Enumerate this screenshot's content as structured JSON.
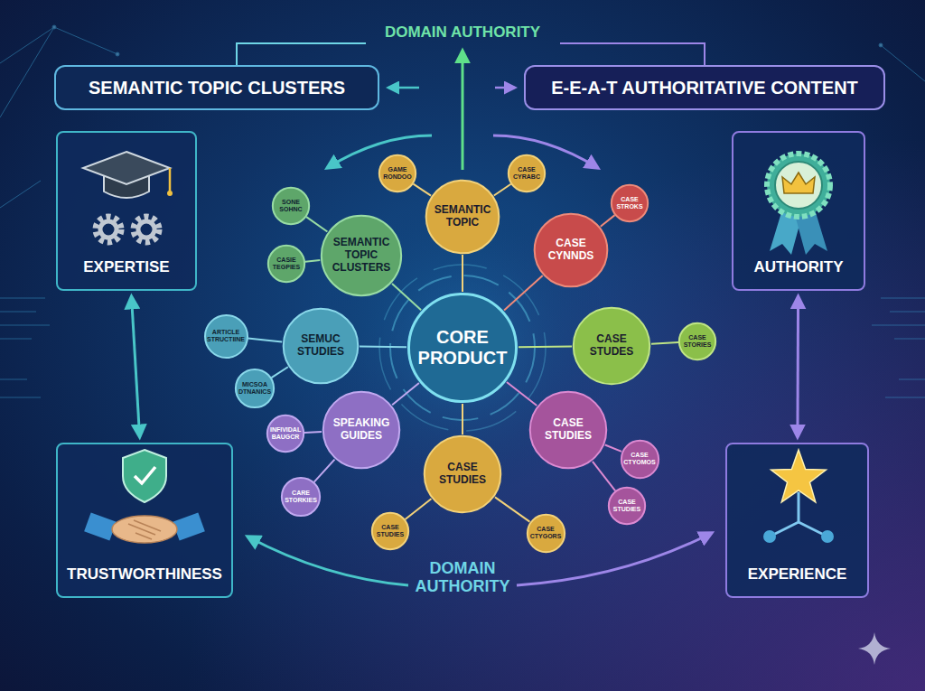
{
  "diagram": {
    "nodes": [
      {
        "text": [
          "SEMANTIC TOPIC CLUSTERS"
        ]
      },
      {
        "text": [
          "E-E-A-T AUTHORITATIVE CONTENT"
        ]
      },
      {
        "text": [
          "EXPERTISE"
        ]
      },
      {
        "text": [
          "AUTHORITY"
        ]
      },
      {
        "text": [
          "CORE PRODUCT"
        ]
      },
      {
        "text": [
          "SEMANTIC TOPIC"
        ]
      },
      {
        "text": [
          "CASE CYNNDS"
        ]
      },
      {
        "text": [
          "CASE STUDES"
        ]
      },
      {
        "text": [
          "CASE STUDIES"
        ]
      },
      {
        "text": [
          "CASE STUDIES"
        ]
      },
      {
        "text": [
          "SPEAKING GUIDES"
        ]
      },
      {
        "text": [
          "SEMUC STUDIES"
        ]
      },
      {
        "text": [
          "SEMANTIC TOPIC CLUSTERS"
        ]
      },
      {
        "text": [
          "GAME RONDOO"
        ]
      },
      {
        "text": [
          "CASE CYRABC"
        ]
      },
      {
        "text": [
          "CASE STROKS"
        ]
      },
      {
        "text": [
          "CASE STORIES"
        ]
      },
      {
        "text": [
          "CASE CTYOMOS"
        ]
      },
      {
        "text": [
          "CASE STUDIES"
        ]
      },
      {
        "text": [
          "CASE CTYGORS"
        ]
      },
      {
        "text": [
          "CASE STUDIES"
        ]
      },
      {
        "text": [
          "CARE STORKIES"
        ]
      },
      {
        "text": [
          "INFIVIDAL BAUGCR"
        ]
      },
      {
        "text": [
          "MICSOA DTNANICS"
        ]
      },
      {
        "text": [
          "ARTICLE STRUCTIINE"
        ]
      },
      {
        "text": [
          "CASIE TEGPIES"
        ]
      },
      {
        "text": [
          "SONE SOHNC"
        ]
      },
      {
        "text": [
          "TRUSTWORTHINESS"
        ]
      },
      {
        "text": [
          "EXPERIENCE"
        ]
      }
    ],
    "edges": [
      {
        "from": 4,
        "to": 5,
        "arrow": "none"
      },
      {
        "from": 4,
        "to": 6,
        "arrow": "none"
      },
      {
        "from": 4,
        "to": 7,
        "arrow": "none"
      },
      {
        "from": 4,
        "to": 8,
        "arrow": "none"
      },
      {
        "from": 4,
        "to": 9,
        "arrow": "none"
      },
      {
        "from": 4,
        "to": 10,
        "arrow": "none"
      },
      {
        "from": 4,
        "to": 11,
        "arrow": "none"
      },
      {
        "from": 4,
        "to": 12,
        "arrow": "none"
      },
      {
        "from": 5,
        "to": 13,
        "arrow": "none"
      },
      {
        "from": 5,
        "to": 14,
        "arrow": "none"
      },
      {
        "from": 6,
        "to": 15,
        "arrow": "none"
      },
      {
        "from": 7,
        "to": 16,
        "arrow": "none"
      },
      {
        "from": 8,
        "to": 17,
        "arrow": "none"
      },
      {
        "from": 8,
        "to": 18,
        "arrow": "none"
      },
      {
        "from": 9,
        "to": 19,
        "arrow": "none"
      },
      {
        "from": 9,
        "to": 20,
        "arrow": "none"
      },
      {
        "from": 10,
        "to": 21,
        "arrow": "none"
      },
      {
        "from": 10,
        "to": 22,
        "arrow": "none"
      },
      {
        "from": 11,
        "to": 23,
        "arrow": "none"
      },
      {
        "from": 11,
        "to": 24,
        "arrow": "none"
      },
      {
        "from": 12,
        "to": 25,
        "arrow": "none"
      },
      {
        "from": 12,
        "to": 26,
        "arrow": "none"
      },
      {
        "from": 2,
        "to": 27,
        "arrow": "both"
      },
      {
        "from": 3,
        "to": 28,
        "arrow": "both"
      }
    ],
    "labels": [
      "DOMAIN AUTHORITY",
      "DOMAIN AUTHORITY"
    ]
  }
}
